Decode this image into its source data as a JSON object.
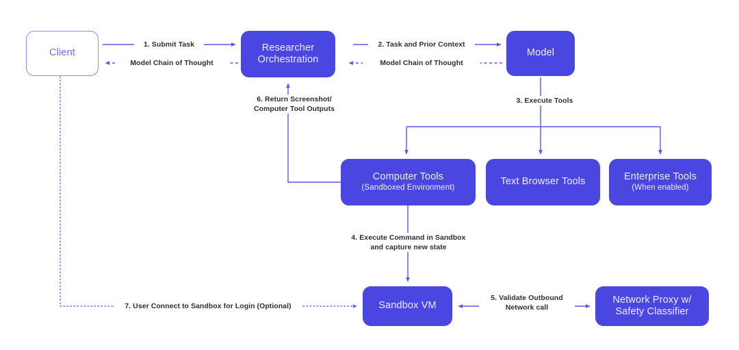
{
  "diagram": {
    "title": "Researcher agent architecture flow",
    "colors": {
      "node_fill": "#4a46e0",
      "node_text": "#f0efff",
      "outline_stroke": "#8b88ee",
      "outline_text": "#6f6ce8",
      "wire": "#5b57e2",
      "label_text": "#2e2e33",
      "background": "#ffffff"
    }
  },
  "nodes": {
    "client": {
      "title": "Client",
      "subtitle": ""
    },
    "researcher": {
      "title": "Researcher\nOrchestration",
      "subtitle": ""
    },
    "model": {
      "title": "Model",
      "subtitle": ""
    },
    "computer_tools": {
      "title": "Computer Tools",
      "subtitle": "(Sandboxed Environment)"
    },
    "text_browser": {
      "title": "Text Browser Tools",
      "subtitle": ""
    },
    "enterprise": {
      "title": "Enterprise Tools",
      "subtitle": "(When enabled)"
    },
    "sandbox_vm": {
      "title": "Sandbox VM",
      "subtitle": ""
    },
    "network_proxy": {
      "title": "Network Proxy w/\nSafety Classifier",
      "subtitle": ""
    }
  },
  "edges": {
    "submit_task": {
      "label": "1. Submit Task",
      "style": "solid",
      "direction": "right"
    },
    "cot_left": {
      "label": "Model Chain of  Thought",
      "style": "dashed",
      "direction": "left"
    },
    "task_and_context": {
      "label": "2. Task and Prior Context",
      "style": "solid",
      "direction": "right"
    },
    "cot_right": {
      "label": "Model Chain of  Thought",
      "style": "dashed",
      "direction": "left"
    },
    "execute_tools": {
      "label": "3. Execute Tools",
      "style": "solid",
      "direction": "down"
    },
    "execute_command": {
      "label": "4. Execute Command in Sandbox\nand capture new state",
      "style": "solid",
      "direction": "down"
    },
    "validate_outbound": {
      "label": "5. Validate Outbound\nNetwork call",
      "style": "solid",
      "direction": "both"
    },
    "return_screenshot": {
      "label": "6. Return Screenshot/\nComputer Tool Outputs",
      "style": "solid",
      "direction": "up"
    },
    "user_connect": {
      "label": "7. User Connect to Sandbox for Login (Optional)",
      "style": "dotted",
      "direction": "right"
    }
  }
}
